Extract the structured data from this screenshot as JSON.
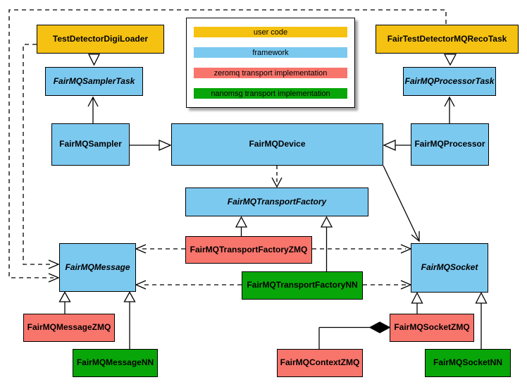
{
  "colors": {
    "user_code": "#f5c211",
    "framework": "#7cc9f0",
    "zeromq": "#f8756c",
    "nanomsg": "#09a609",
    "line": "#000000",
    "background": "#ffffff"
  },
  "legend": {
    "items": [
      {
        "label": "user code",
        "category": "user-code",
        "color": "#f5c211"
      },
      {
        "label": "framework",
        "category": "framework",
        "color": "#7cc9f0"
      },
      {
        "label": "zeromq transport implementation",
        "category": "zeromq",
        "color": "#f8756c"
      },
      {
        "label": "nanomsg transport implementation",
        "category": "nanomsg",
        "color": "#09a609"
      }
    ]
  },
  "nodes": [
    {
      "label": "TestDetectorDigiLoader",
      "category": "user-code",
      "abstract": false
    },
    {
      "label": "FairTestDetectorMQRecoTask",
      "category": "user-code",
      "abstract": false
    },
    {
      "label": "FairMQSamplerTask",
      "category": "framework",
      "abstract": true
    },
    {
      "label": "FairMQProcessorTask",
      "category": "framework",
      "abstract": true
    },
    {
      "label": "FairMQSampler",
      "category": "framework",
      "abstract": false
    },
    {
      "label": "FairMQDevice",
      "category": "framework",
      "abstract": false
    },
    {
      "label": "FairMQProcessor",
      "category": "framework",
      "abstract": false
    },
    {
      "label": "FairMQTransportFactory",
      "category": "framework",
      "abstract": true
    },
    {
      "label": "FairMQTransportFactoryZMQ",
      "category": "zeromq",
      "abstract": false
    },
    {
      "label": "FairMQTransportFactoryNN",
      "category": "nanomsg",
      "abstract": false
    },
    {
      "label": "FairMQMessage",
      "category": "framework",
      "abstract": true
    },
    {
      "label": "FairMQSocket",
      "category": "framework",
      "abstract": true
    },
    {
      "label": "FairMQMessageZMQ",
      "category": "zeromq",
      "abstract": false
    },
    {
      "label": "FairMQMessageNN",
      "category": "nanomsg",
      "abstract": false
    },
    {
      "label": "FairMQSocketZMQ",
      "category": "zeromq",
      "abstract": false
    },
    {
      "label": "FairMQSocketNN",
      "category": "nanomsg",
      "abstract": false
    },
    {
      "label": "FairMQContextZMQ",
      "category": "zeromq",
      "abstract": false
    }
  ],
  "relationships": [
    {
      "from": "TestDetectorDigiLoader",
      "to": "FairMQSamplerTask",
      "type": "generalization-triangle"
    },
    {
      "from": "FairTestDetectorMQRecoTask",
      "to": "FairMQProcessorTask",
      "type": "generalization-triangle"
    },
    {
      "from": "FairMQSampler",
      "to": "FairMQSamplerTask",
      "type": "association-open-arrow"
    },
    {
      "from": "FairMQProcessor",
      "to": "FairMQProcessorTask",
      "type": "association-open-arrow"
    },
    {
      "from": "FairMQSampler",
      "to": "FairMQDevice",
      "type": "generalization-triangle"
    },
    {
      "from": "FairMQProcessor",
      "to": "FairMQDevice",
      "type": "generalization-triangle"
    },
    {
      "from": "FairMQDevice",
      "to": "FairMQTransportFactory",
      "type": "dashed-dependency"
    },
    {
      "from": "FairMQDevice",
      "to": "FairMQSocket",
      "type": "association-open-arrow"
    },
    {
      "from": "TestDetectorDigiLoader",
      "to": "FairMQMessage",
      "type": "dashed-dependency"
    },
    {
      "from": "FairTestDetectorMQRecoTask",
      "to": "FairMQMessage",
      "type": "dashed-dependency"
    },
    {
      "from": "FairMQTransportFactoryZMQ",
      "to": "FairMQTransportFactory",
      "type": "generalization-triangle"
    },
    {
      "from": "FairMQTransportFactoryNN",
      "to": "FairMQTransportFactory",
      "type": "generalization-triangle"
    },
    {
      "from": "FairMQTransportFactoryZMQ",
      "to": "FairMQMessage",
      "type": "dashed-dependency"
    },
    {
      "from": "FairMQTransportFactoryZMQ",
      "to": "FairMQSocket",
      "type": "dashed-dependency"
    },
    {
      "from": "FairMQTransportFactoryNN",
      "to": "FairMQMessage",
      "type": "dashed-dependency"
    },
    {
      "from": "FairMQTransportFactoryNN",
      "to": "FairMQSocket",
      "type": "dashed-dependency"
    },
    {
      "from": "FairMQMessageZMQ",
      "to": "FairMQMessage",
      "type": "generalization-triangle"
    },
    {
      "from": "FairMQMessageNN",
      "to": "FairMQMessage",
      "type": "generalization-triangle"
    },
    {
      "from": "FairMQSocketZMQ",
      "to": "FairMQSocket",
      "type": "generalization-triangle"
    },
    {
      "from": "FairMQSocketNN",
      "to": "FairMQSocket",
      "type": "generalization-triangle"
    },
    {
      "from": "FairMQContextZMQ",
      "to": "FairMQSocketZMQ",
      "type": "composition-diamond"
    }
  ]
}
